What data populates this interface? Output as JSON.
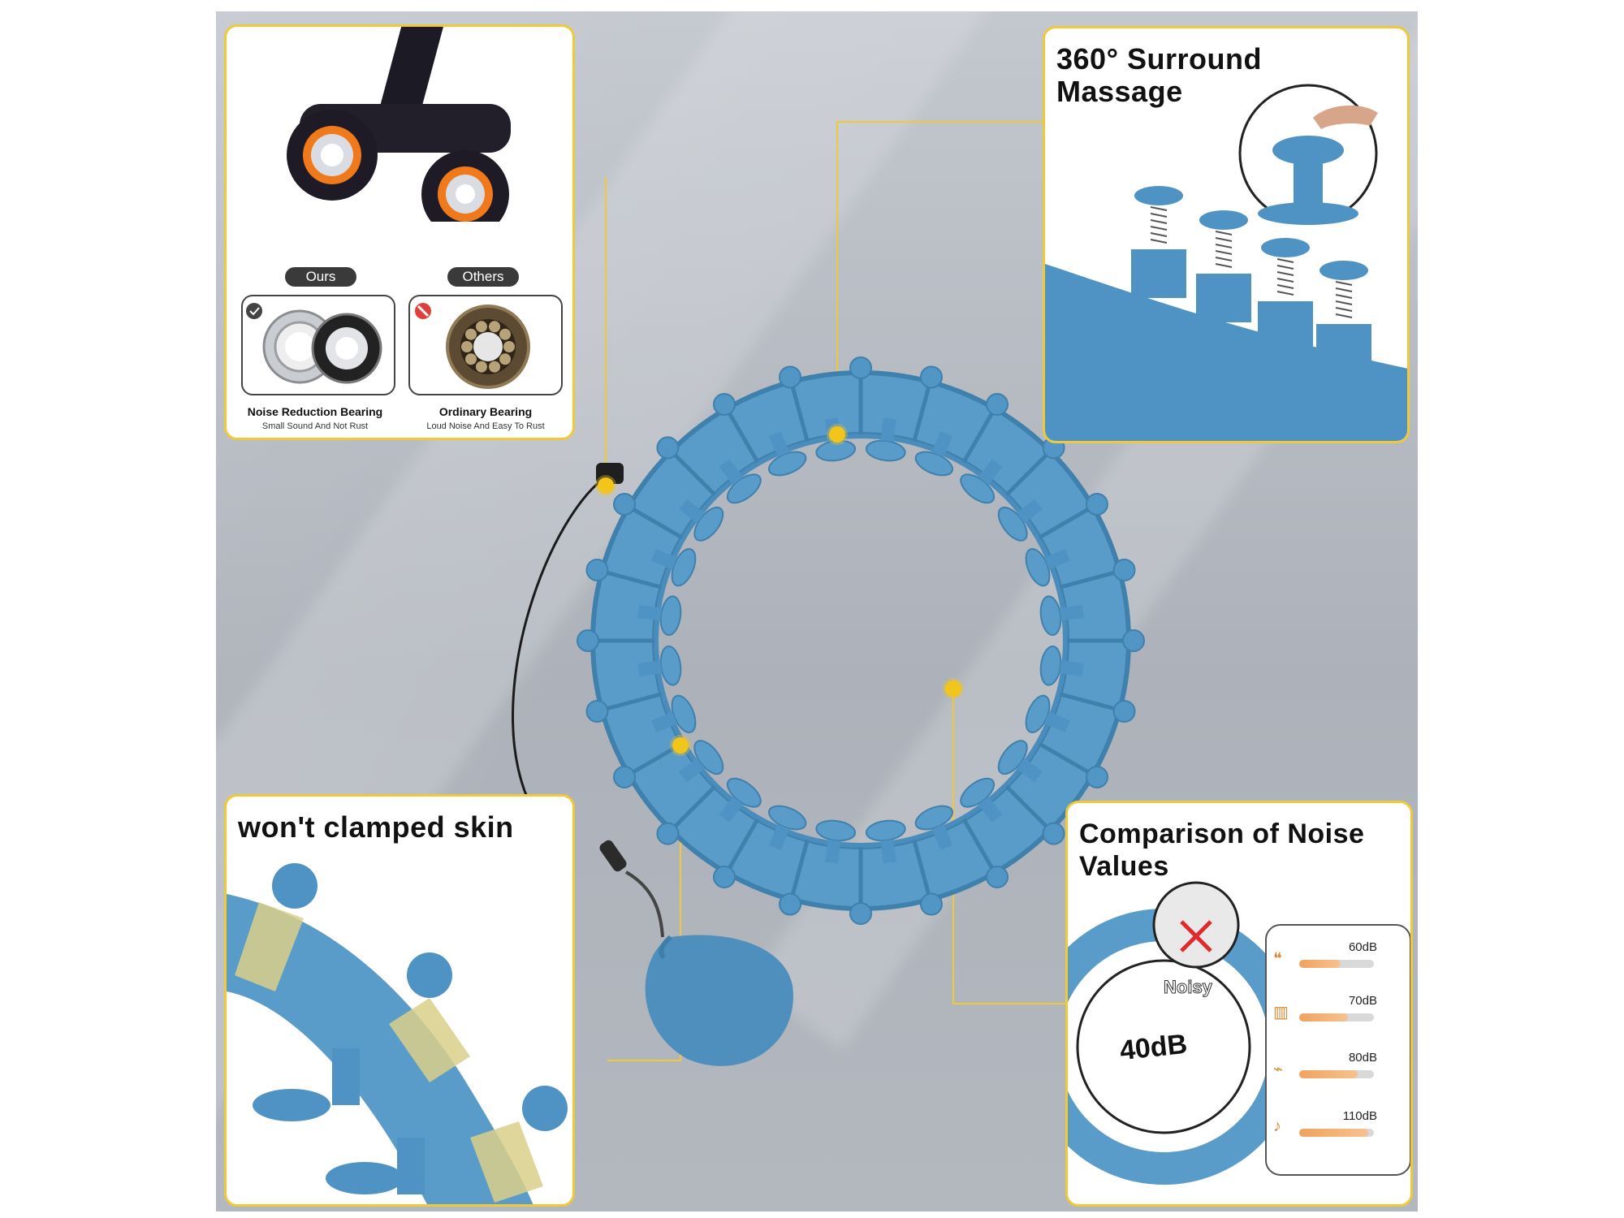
{
  "bearing_panel": {
    "ours_label": "Ours",
    "others_label": "Others",
    "ours_caption": "Noise Reduction Bearing",
    "ours_subcaption": "Small Sound And Not Rust",
    "others_caption": "Ordinary Bearing",
    "others_subcaption": "Loud Noise And Easy To Rust"
  },
  "massage_panel": {
    "title": "360° Surround\nMassage"
  },
  "skin_panel": {
    "title": "won't clamped skin"
  },
  "noise_panel": {
    "title": "Comparison of Noise\n Values",
    "noisy_label": "Noisy",
    "quiet_value": "40dB",
    "levels": [
      {
        "label": "60dB",
        "icon": "speech-icon",
        "fill": 0.55
      },
      {
        "label": "70dB",
        "icon": "building-icon",
        "fill": 0.65
      },
      {
        "label": "80dB",
        "icon": "hairdryer-icon",
        "fill": 0.78
      },
      {
        "label": "110dB",
        "icon": "horn-icon",
        "fill": 0.92
      }
    ]
  },
  "colors": {
    "hoop_blue": "#5a9cc9",
    "hoop_dark": "#3f80ad",
    "accent_yellow": "#efc93a",
    "noise_orange": "#f0a35e"
  }
}
